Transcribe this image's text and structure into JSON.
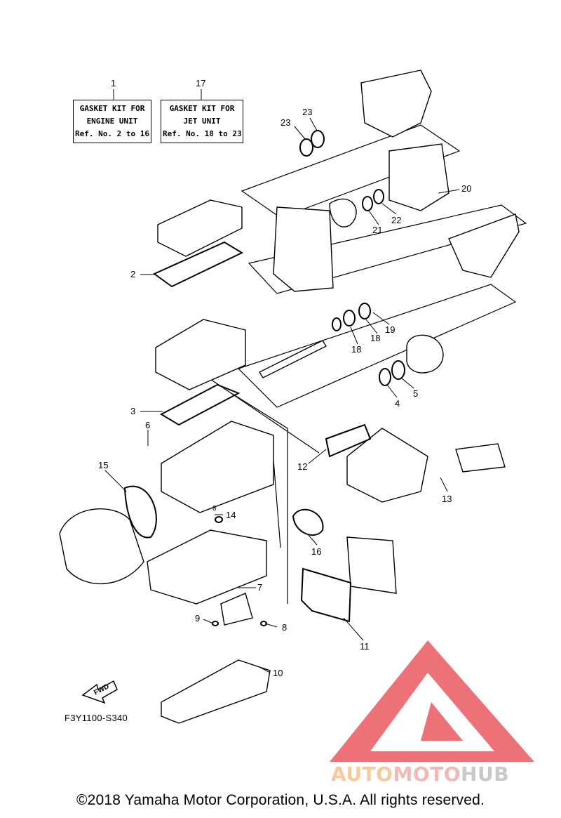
{
  "kits": [
    {
      "number": "1",
      "line1": "GASKET KIT FOR",
      "line2": "ENGINE UNIT",
      "line3": "Ref. No. 2 to 16"
    },
    {
      "number": "17",
      "line1": "GASKET KIT FOR",
      "line2": "JET UNIT",
      "line3": "Ref. No. 18 to 23"
    }
  ],
  "callouts": [
    "23",
    "23",
    "20",
    "22",
    "21",
    "2",
    "19",
    "18",
    "18",
    "5",
    "4",
    "3",
    "6",
    "12",
    "13",
    "15",
    "14",
    "16",
    "7",
    "9",
    "8",
    "11",
    "10",
    "8"
  ],
  "fwd_label": "FWD",
  "figure_code": "F3Y1100-S340",
  "copyright": "©2018 Yamaha Motor Corporation, U.S.A. All rights reserved.",
  "watermark": {
    "part1": "AUTO",
    "part2": "MOTO",
    "part3": "HUB"
  },
  "colors": {
    "watermark_red": "#e8434b",
    "watermark_orange": "#f5a742",
    "line": "#000000"
  }
}
